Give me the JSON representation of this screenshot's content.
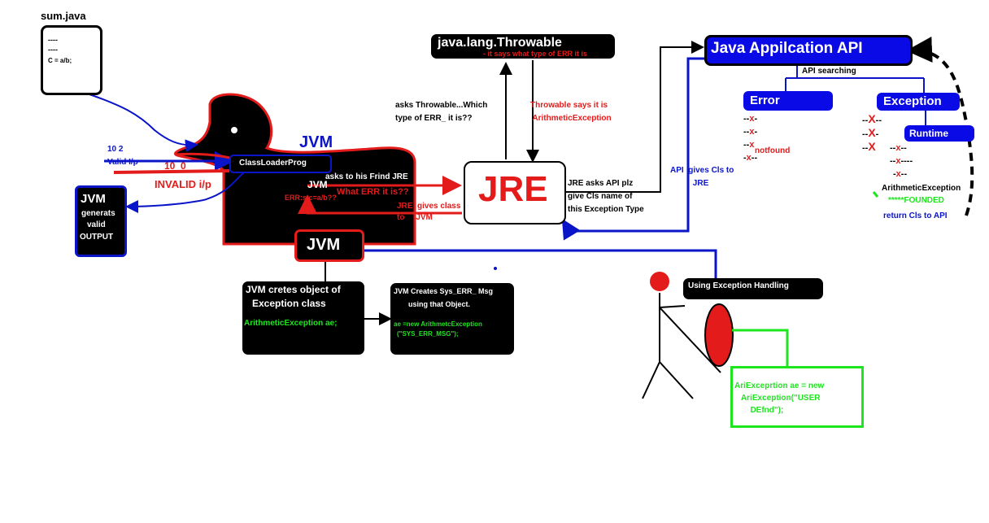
{
  "colors": {
    "red": "#e31b1b",
    "blue": "#0a14c8",
    "green": "#1ee61e",
    "black": "#000000"
  },
  "sum_file": {
    "title": "sum.java",
    "lines": [
      "----",
      "----",
      "C = a/b;"
    ]
  },
  "jvm_title": "JVM",
  "input": {
    "valid_values": "10 2",
    "valid_label": "Valid I/p",
    "invalid_values": "10  0",
    "invalid_label": "INVALID i/p"
  },
  "classloader": "ClassLoaderProg",
  "jvm_inner": "JVM",
  "asks_friend": "asks to his Frind JRE",
  "what_err": "What ERR it is??",
  "err_expr": "ERR:s c=a/b??",
  "jre_gives_class": "JRE  gives class",
  "to_jvm": "to     JVM",
  "jvm_output": {
    "title": "JVM",
    "lines": [
      "generats",
      "valid",
      "OUTPUT"
    ]
  },
  "jvm_bottom": "JVM",
  "throwable": {
    "title": "java.lang.Throwable",
    "subtitle": "- it says what type of ERR it is"
  },
  "asks_throwable": "asks Throwable...Which\ntype of ERR_ it is??",
  "throwable_says": "Throwable says it is\n ArithmeticException",
  "jre": "JRE",
  "jre_asks_api": "JRE asks API plz\ngive Cls name of\nthis Exception Type",
  "api_gives": "API  gives Cls to\n          JRE",
  "api": {
    "title": "Java Appilcation API",
    "searching": "API searching"
  },
  "error_box": "Error",
  "exception_box": "Exception",
  "runtime_box": "Runtime",
  "notfound": "notfound",
  "arith": "ArithmeticException",
  "founded": "*****FOUNDED",
  "return_cls": "return Cls to API",
  "jvm_creates_obj": {
    "line1": "JVM cretes object of",
    "line2": "Exception class",
    "code": "ArithmeticException ae;"
  },
  "jvm_creates_msg": {
    "line1": "JVM Creates Sys_ERR_ Msg",
    "line2": "using that Object.",
    "code1": "ae =new ArithmetcException",
    "code2": "(\"SYS_ERR_MSG\");"
  },
  "exception_handling": "Using Exception Handling",
  "user_defined": "AriExceprtion ae = new\n   AriException(\"USER\n       DEfnd\");"
}
